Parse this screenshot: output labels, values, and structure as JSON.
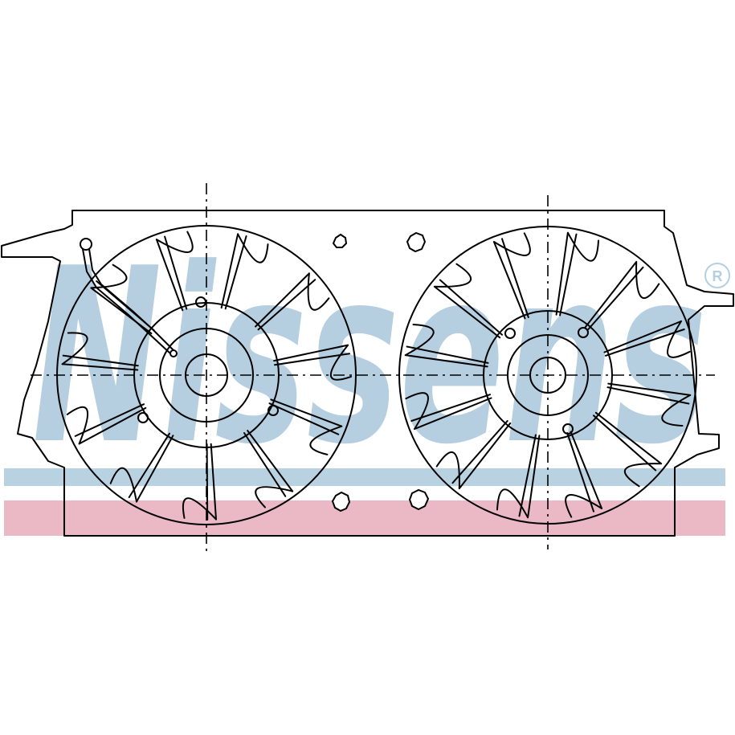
{
  "watermark": {
    "brand": "Nissens",
    "registered_mark": "®",
    "brand_color": "#b5cfe0",
    "stripe_blue": "#b9d2e2",
    "stripe_pink": "#ebb9c5"
  },
  "drawing": {
    "line_color": "#000000",
    "fans": [
      {
        "id": "left",
        "blades": 11
      },
      {
        "id": "right",
        "blades": 12
      }
    ]
  }
}
